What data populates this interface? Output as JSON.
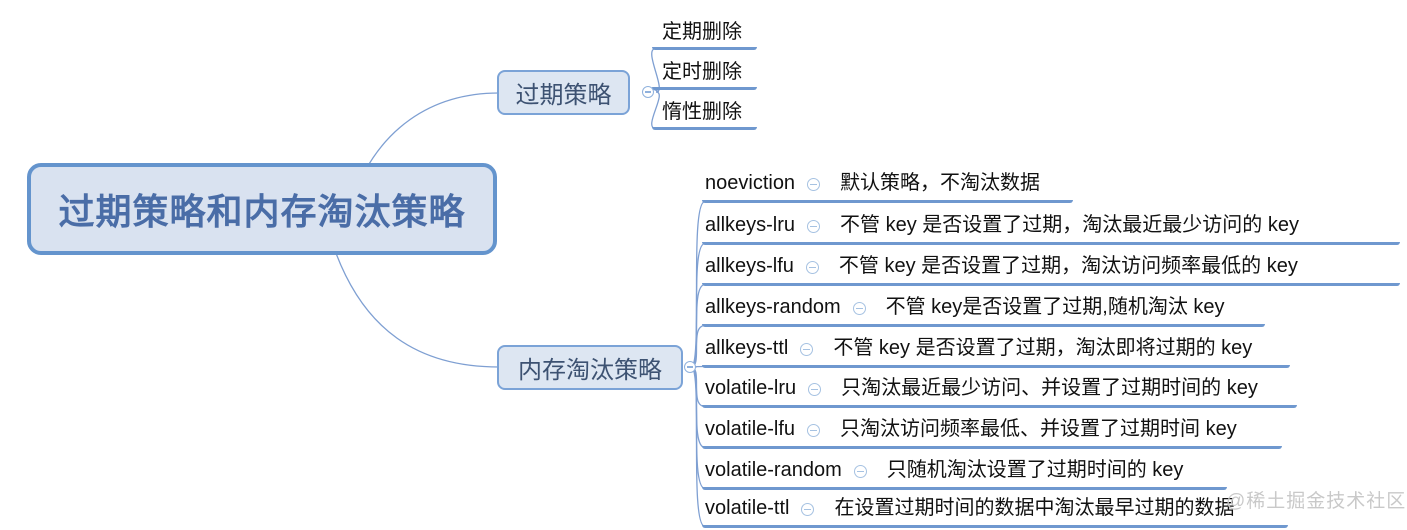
{
  "root": {
    "label": "过期策略和内存淘汰策略"
  },
  "branches": [
    {
      "label": "过期策略",
      "collapse_icon": "minus-circle",
      "children": [
        {
          "label": "定期删除"
        },
        {
          "label": "定时删除"
        },
        {
          "label": "惰性删除"
        }
      ]
    },
    {
      "label": "内存淘汰策略",
      "collapse_icon": "minus-circle",
      "children": [
        {
          "name": "noeviction",
          "desc": "默认策略，不淘汰数据"
        },
        {
          "name": "allkeys-lru",
          "desc": "不管 key 是否设置了过期，淘汰最近最少访问的 key"
        },
        {
          "name": "allkeys-lfu",
          "desc": "不管 key 是否设置了过期，淘汰访问频率最低的 key"
        },
        {
          "name": "allkeys-random",
          "desc": "不管 key是否设置了过期,随机淘汰 key"
        },
        {
          "name": "allkeys-ttl",
          "desc": "不管 key 是否设置了过期，淘汰即将过期的 key"
        },
        {
          "name": "volatile-lru",
          "desc": "只淘汰最近最少访问、并设置了过期时间的 key"
        },
        {
          "name": "volatile-lfu",
          "desc": "只淘汰访问频率最低、并设置了过期时间 key"
        },
        {
          "name": "volatile-random",
          "desc": "只随机淘汰设置了过期时间的 key"
        },
        {
          "name": "volatile-ttl",
          "desc": "在设置过期时间的数据中淘汰最早过期的数据"
        }
      ]
    }
  ],
  "watermark": {
    "text": "@稀土掘金技术社区"
  },
  "colors": {
    "node_border": "#6494cd",
    "branch_border": "#7ba3d7",
    "node_fill": "#d9e2f0",
    "root_text": "#4a6da7",
    "branch_text": "#3d5272",
    "underline": "#6f98cf",
    "connector": "#7e9fd2",
    "leaf_text": "#111111",
    "watermark_text": "#c9c9c9"
  }
}
